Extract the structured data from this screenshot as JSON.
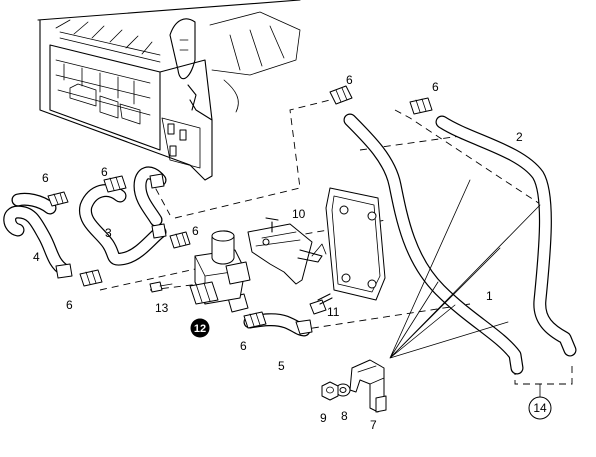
{
  "callouts": {
    "p1": "1",
    "p2": "2",
    "p3": "3",
    "p4": "4",
    "p5": "5",
    "p6a": "6",
    "p6b": "6",
    "p6c": "6",
    "p6d": "6",
    "p6e": "6",
    "p6f": "6",
    "p6g": "6",
    "p7": "7",
    "p8": "8",
    "p9": "9",
    "p10": "10",
    "p11": "11",
    "p12": "12",
    "p13": "13",
    "p14": "14"
  }
}
